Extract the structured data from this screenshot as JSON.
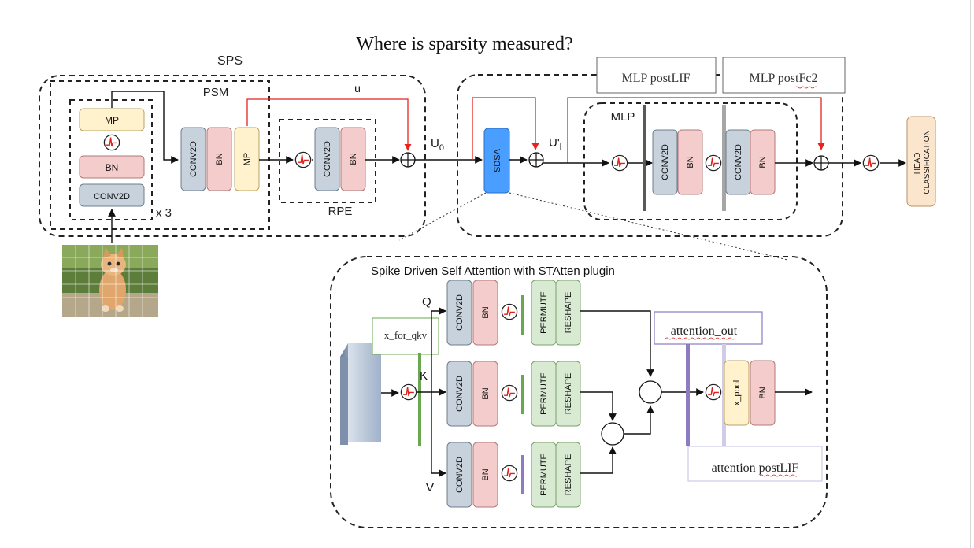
{
  "title": "Where is sparsity measured?",
  "sps": {
    "label": "SPS",
    "psm_label": "PSM",
    "repeat_label": "x 3",
    "rpe_label": "RPE",
    "psm_inner": {
      "mp": "MP",
      "bn": "BN",
      "conv": "CONV2D"
    },
    "psm_outer": {
      "conv": "CONV2D",
      "bn": "BN",
      "mp": "MP"
    },
    "rpe": {
      "conv": "CONV2D",
      "bn": "BN"
    },
    "u_label": "u",
    "u0_label": "U",
    "u0_sub": "0"
  },
  "encoder": {
    "sdsa": "SDSA",
    "ul_label": "U'",
    "ul_sub": "l",
    "mlp_label": "MLP",
    "mlp_blocks": {
      "conv1": "CONV2D",
      "bn1": "BN",
      "conv2": "CONV2D",
      "bn2": "BN"
    },
    "head_line1": "HEAD",
    "head_line2": "CLASSIFICATION"
  },
  "annotations": {
    "mlp_postlif": "MLP postLIF",
    "mlp_postfc2": "MLP postFc2",
    "x_for_qkv": "x_for_qkv",
    "attention_out": "attention_out",
    "attention_postlif": "attention postLIF"
  },
  "sdsa_detail": {
    "title": "Spike Driven Self Attention with STAtten plugin",
    "q": "Q",
    "k": "K",
    "v": "V",
    "conv": "CONV2D",
    "bn": "BN",
    "permute": "PERMUTE",
    "reshape": "RESHAPE",
    "x_pool": "x_pool"
  },
  "colors": {
    "conv": "#c7d2dd",
    "bn": "#f4cccc",
    "mp": "#fff2cc",
    "permute": "#d9ead3",
    "head": "#fce5cd",
    "sdsa": "#4a9eff",
    "red_arrow": "#e8231f",
    "green_bar": "#6aa84f",
    "purple_bar": "#8e7cc3"
  }
}
